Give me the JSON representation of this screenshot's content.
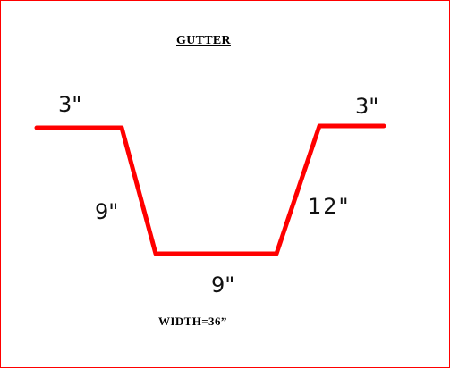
{
  "diagram": {
    "title": "GUTTER",
    "profile_color": "#ff0000",
    "border_color": "#ff0000",
    "dimensions": {
      "left_flange": "3\"",
      "right_flange": "3\"",
      "left_side": "9\"",
      "right_side": "12\"",
      "bottom": "9\""
    },
    "width_note": "WIDTH=36”"
  }
}
